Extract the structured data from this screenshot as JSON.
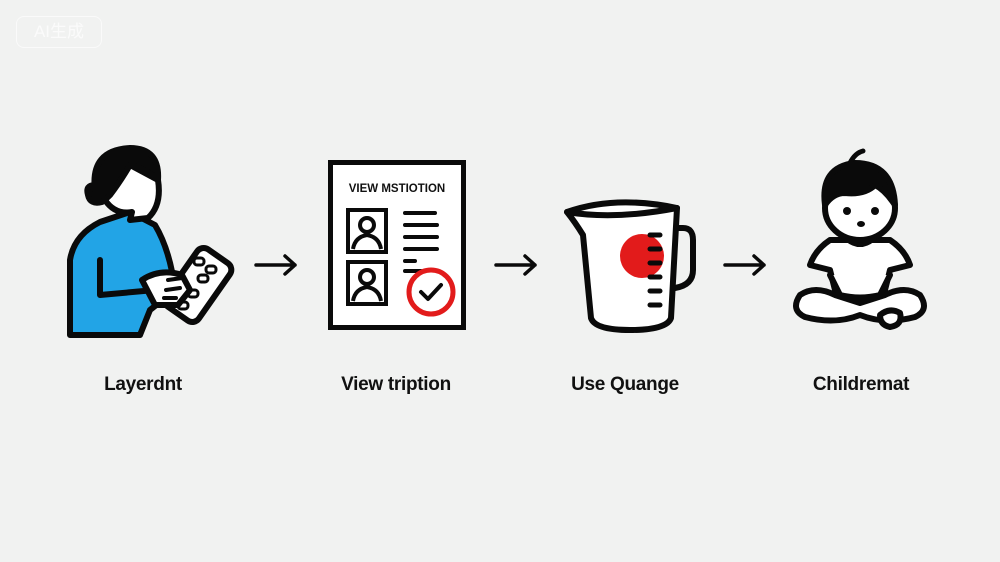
{
  "watermark": "AI生成",
  "steps": [
    {
      "label": "Layerdnt",
      "icon": "person-holding-pill-pack-icon"
    },
    {
      "label": "View tription",
      "icon": "prescription-document-icon",
      "doc_title": "VIEW MSTIOTION"
    },
    {
      "label": "Use Quange",
      "icon": "measuring-jug-icon"
    },
    {
      "label": "Childremat",
      "icon": "sitting-child-icon"
    }
  ],
  "colors": {
    "accent_blue": "#22a4e6",
    "accent_red": "#e21b1b",
    "background": "#f1f2f1",
    "ink": "#0a0a0a"
  }
}
